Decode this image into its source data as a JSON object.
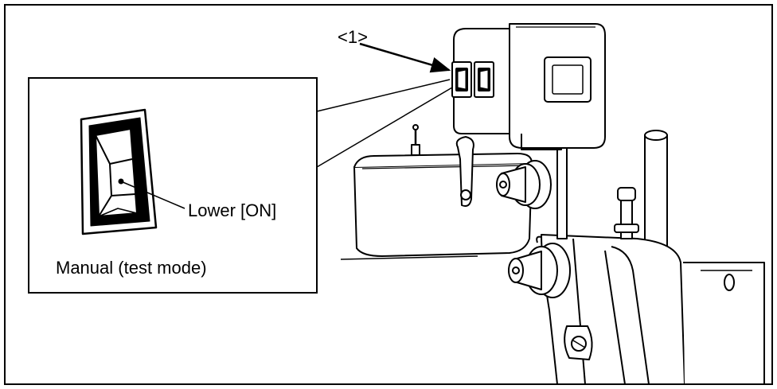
{
  "labels": {
    "callout_number": "<1>",
    "switch_position": "Lower [ON]",
    "mode": "Manual (test mode)"
  }
}
